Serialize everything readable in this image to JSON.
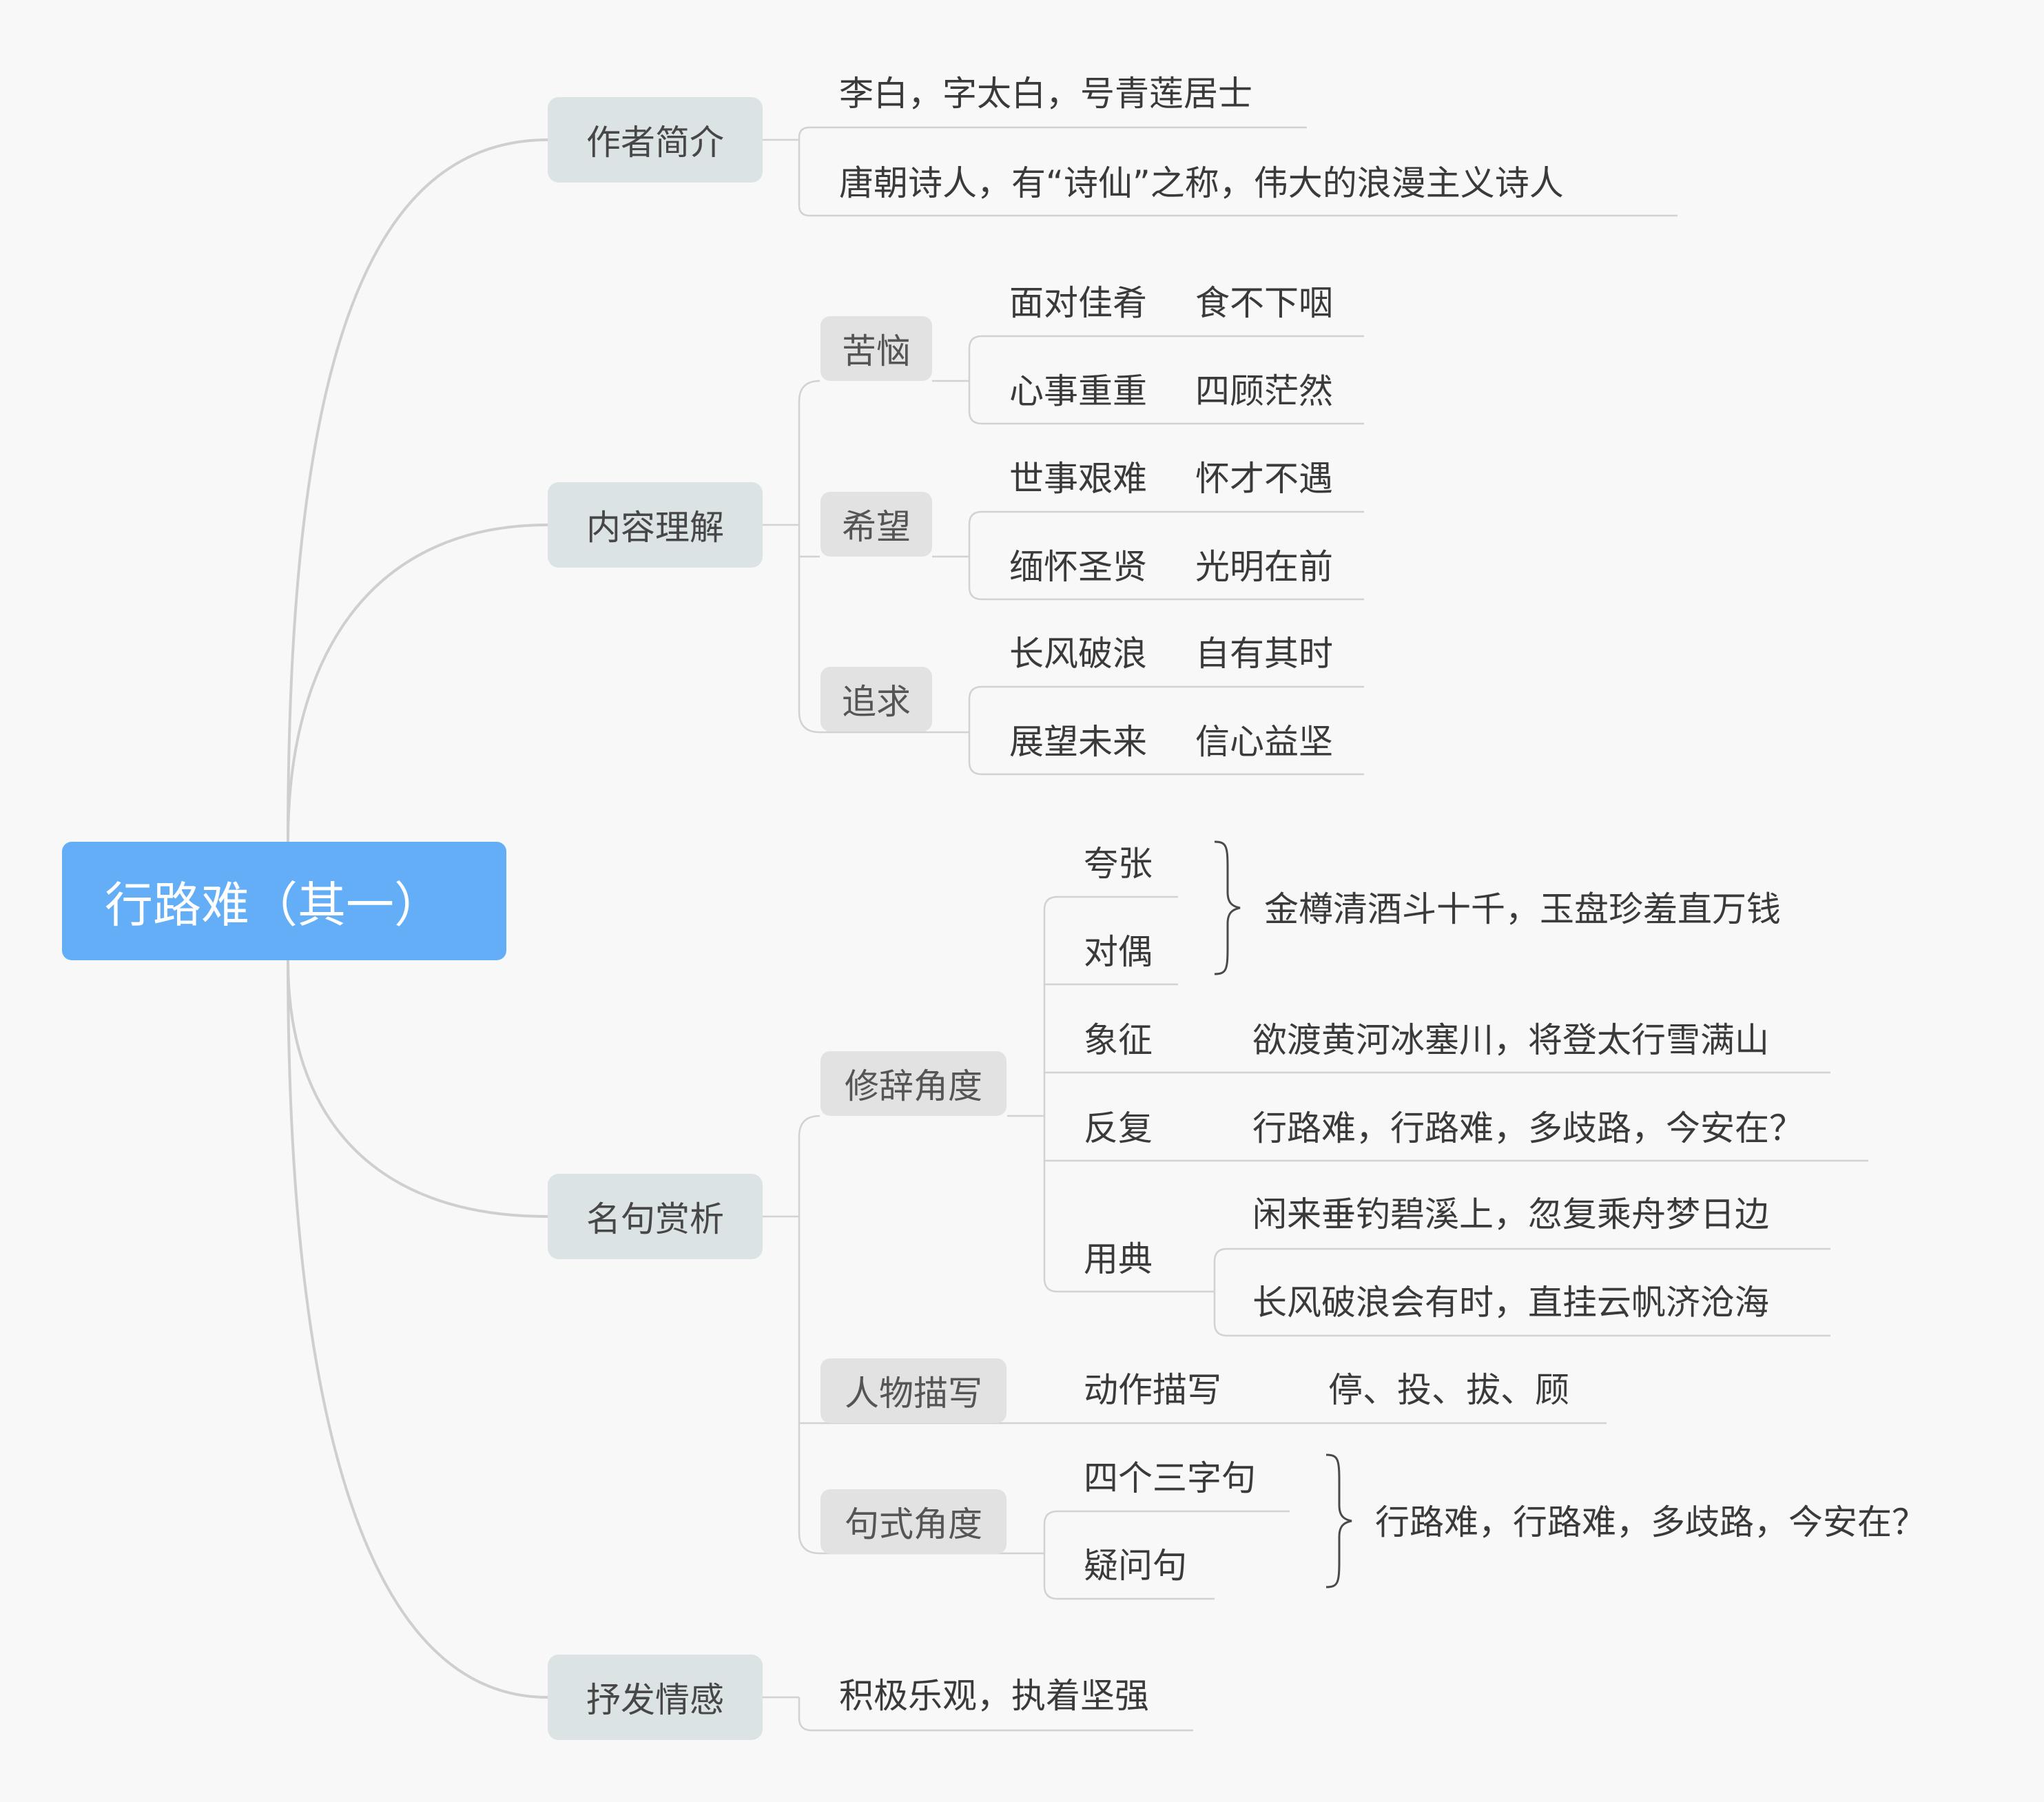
{
  "root": {
    "label": "行路难（其一）"
  },
  "author": {
    "label": "作者简介",
    "items": [
      "李白，字太白，号青莲居士",
      "唐朝诗人，有“诗仙”之称，伟大的浪漫主义诗人"
    ]
  },
  "content": {
    "label": "内容理解",
    "groups": [
      {
        "label": "苦恼",
        "rows": [
          [
            "面对佳肴",
            "食不下咽"
          ],
          [
            "心事重重",
            "四顾茫然"
          ]
        ]
      },
      {
        "label": "希望",
        "rows": [
          [
            "世事艰难",
            "怀才不遇"
          ],
          [
            "缅怀圣贤",
            "光明在前"
          ]
        ]
      },
      {
        "label": "追求",
        "rows": [
          [
            "长风破浪",
            "自有其时"
          ],
          [
            "展望未来",
            "信心益坚"
          ]
        ]
      }
    ]
  },
  "quotes": {
    "label": "名句赏析",
    "rhetoric": {
      "label": "修辞角度",
      "kuazhang": "夸张",
      "duiou": "对偶",
      "brace_text": "金樽清酒斗十千，玉盘珍羞直万钱",
      "xiangzheng": "象征",
      "xiangzheng_text": "欲渡黄河冰塞川，将登太行雪满山",
      "fanfu": "反复",
      "fanfu_text": "行路难，行路难，多歧路，今安在？",
      "yongdian": "用典",
      "yongdian_items": [
        "闲来垂钓碧溪上，忽复乘舟梦日边",
        "长风破浪会有时，直挂云帆济沧海"
      ]
    },
    "character": {
      "label": "人物描写",
      "item": "动作描写",
      "detail": "停、投、拔、顾"
    },
    "sentence": {
      "label": "句式角度",
      "items": [
        "四个三字句",
        "疑问句"
      ],
      "brace_text": "行路难，行路难，多歧路，今安在？"
    }
  },
  "emotion": {
    "label": "抒发情感",
    "item": "积极乐观，执着坚强"
  }
}
